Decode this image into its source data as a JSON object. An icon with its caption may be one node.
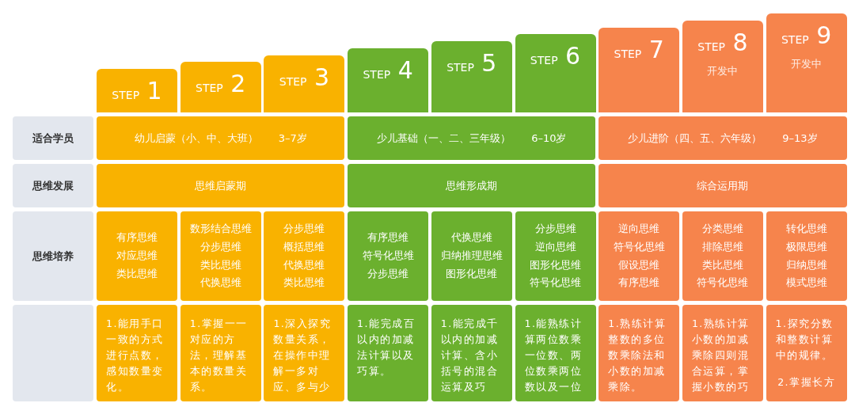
{
  "diagram": {
    "labels": [
      "STEP 1",
      "STEP 2",
      "STEP 3",
      "STEP 4",
      "STEP 5",
      "STEP 6",
      "STEP 7",
      "STEP 8",
      "开发中",
      "STEP 9",
      "开发中",
      "适合学员",
      "幼儿启蒙（小、中、大班）",
      "3–7岁",
      "少儿基础（一、二、三年级）",
      "6–10岁",
      "少儿进阶（四、五、六年级）",
      "9–13岁",
      "思维发展",
      "思维启蒙期",
      "思维形成期",
      "综合运用期",
      "思维培养",
      "有序思维",
      "对应思维",
      "类比思维",
      "数形结合思维",
      "分步思维",
      "类比思维",
      "代换思维",
      "分步思维",
      "概括思维",
      "代换思维",
      "类比思维",
      "有序思维",
      "符号化思维",
      "分步思维",
      "代换思维",
      "归纳推理思维",
      "图形化思维",
      "分步思维",
      "逆向思维",
      "图形化思维",
      "符号化思维",
      "逆向思维",
      "符号化思维",
      "假设思维",
      "有序思维",
      "分类思维",
      "排除思维",
      "类比思维",
      "符号化思维",
      "转化思维",
      "极限思维",
      "归纳思维",
      "模式思维",
      "1.能用手口一致的方式进行点数，感知数量变化。",
      "1.掌握一一对应的方法，理解基本的数量关系。",
      "1.深入探究数量关系，在操作中理解一多对应、多与少",
      "1.能完成百以内的加减法计算以及巧算。",
      "1.能完成千以内的加减计算、含小括号的混合运算及巧",
      "1.能熟练计算两位数乘一位数、两位数乘两位数以及一位",
      "1.熟练计算整数的多位数乘除法和小数的加减乘除。",
      "1.熟练计算小数的加减乘除四则混合运算，掌握小数的巧",
      "1.探究分数和整数计算中的规律。",
      "2.掌握长方"
    ]
  }
}
